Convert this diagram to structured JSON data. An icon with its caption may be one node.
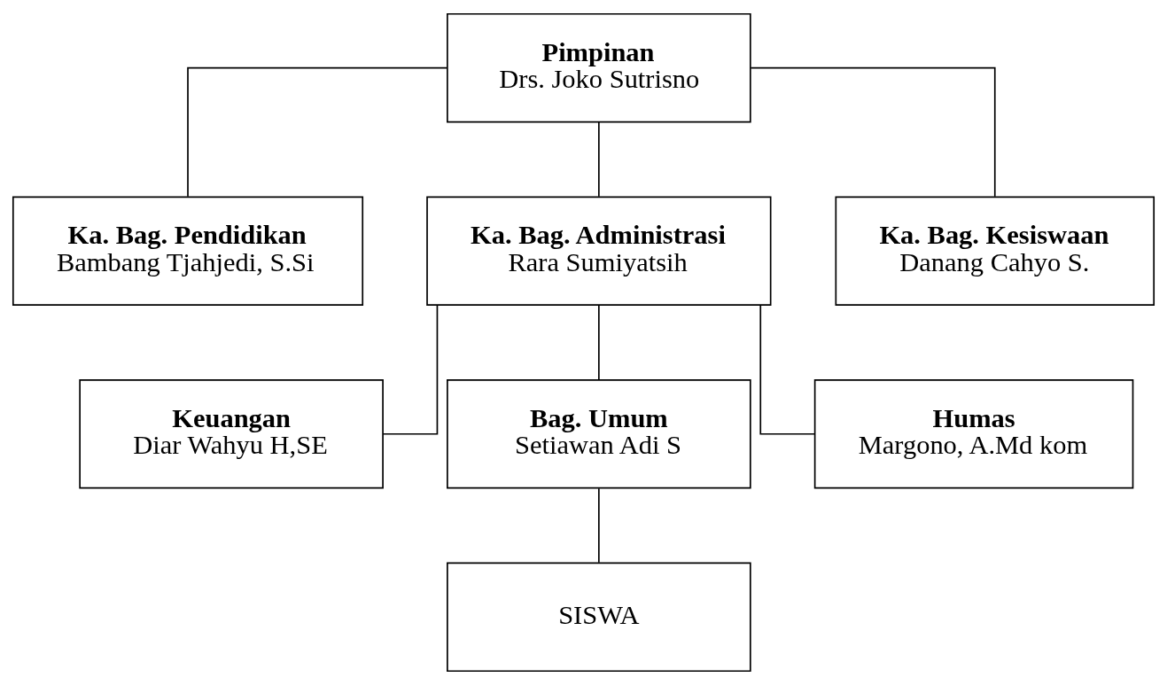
{
  "diagram": {
    "nodes": [
      {
        "text": [
          "Pimpinan",
          "Drs. Joko Sutrisno"
        ]
      },
      {
        "text": [
          "Ka. Bag. Pendidikan",
          "Bambang Tjahjedi, S.Si"
        ]
      },
      {
        "text": [
          "Ka. Bag. Administrasi",
          "Rara Sumiyatsih"
        ]
      },
      {
        "text": [
          "Ka. Bag. Kesiswaan",
          "Danang Cahyo S."
        ]
      },
      {
        "text": [
          "Keuangan",
          "Diar Wahyu H,SE"
        ]
      },
      {
        "text": [
          "Bag. Umum",
          "Setiawan Adi S"
        ]
      },
      {
        "text": [
          "Humas",
          "Margono, A.Md kom"
        ]
      },
      {
        "text": [
          "SISWA"
        ]
      }
    ],
    "edges": [
      {
        "from": 0,
        "to": 1,
        "arrow": "none"
      },
      {
        "from": 0,
        "to": 2,
        "arrow": "none"
      },
      {
        "from": 0,
        "to": 3,
        "arrow": "none"
      },
      {
        "from": 2,
        "to": 4,
        "arrow": "none"
      },
      {
        "from": 2,
        "to": 5,
        "arrow": "none"
      },
      {
        "from": 2,
        "to": 6,
        "arrow": "none"
      },
      {
        "from": 5,
        "to": 7,
        "arrow": "none"
      }
    ]
  }
}
